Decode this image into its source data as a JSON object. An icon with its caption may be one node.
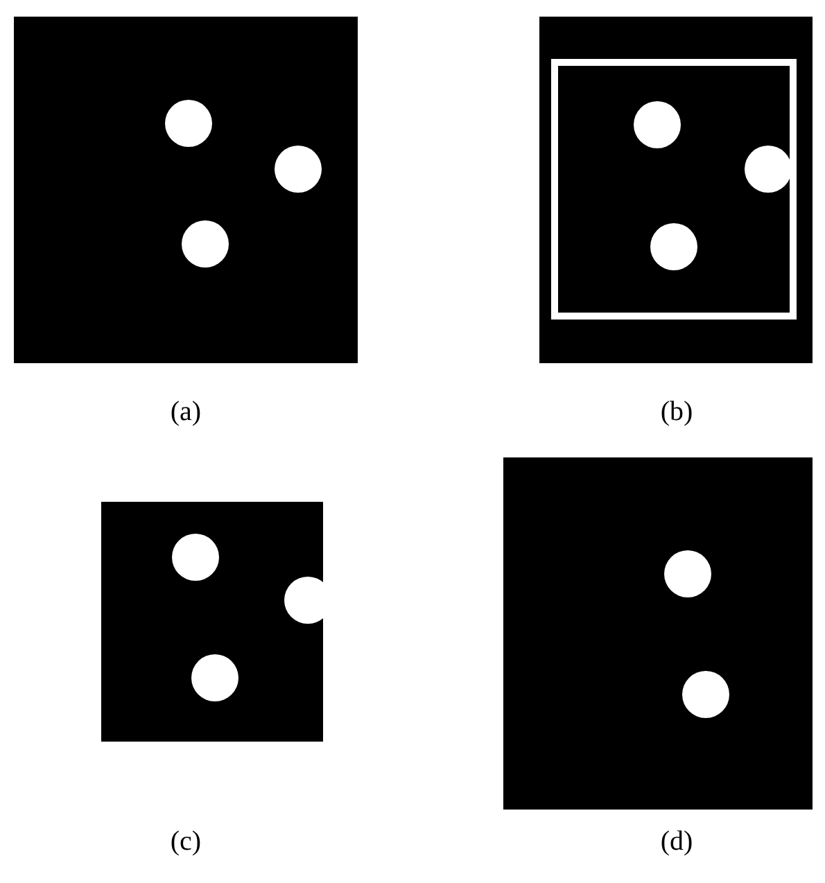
{
  "diagram": {
    "labels": [
      "(a)",
      "(b)",
      "(c)",
      "(d)"
    ]
  }
}
